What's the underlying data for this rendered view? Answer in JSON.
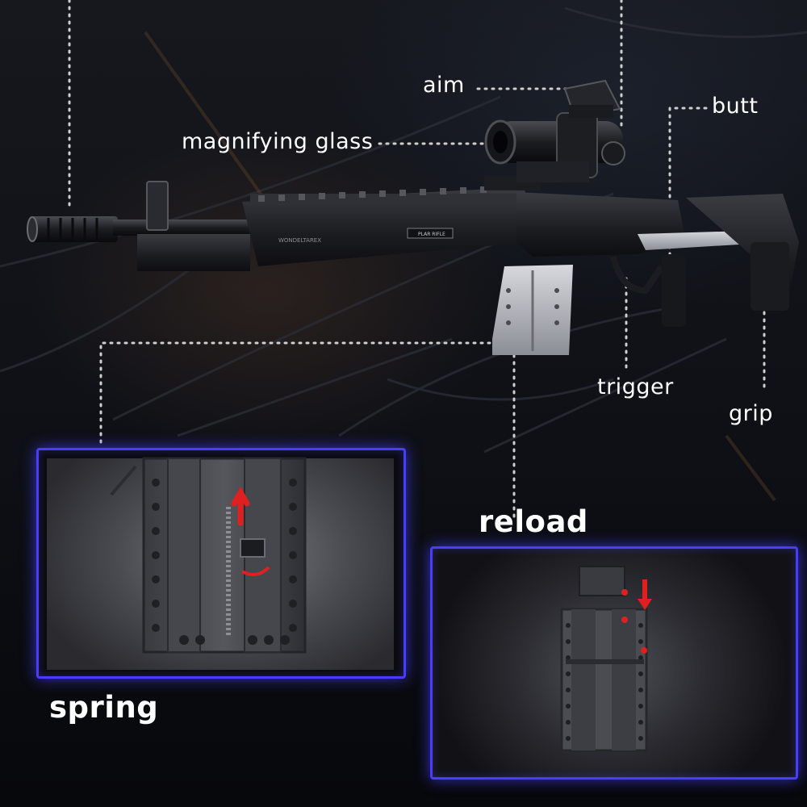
{
  "callouts": {
    "aim": "aim",
    "magnifying_glass": "magnifying glass",
    "butt": "butt",
    "trigger": "trigger",
    "grip": "grip",
    "reload": "reload",
    "spring": "spring"
  },
  "rifle_markings": {
    "side_text": "WONDELTAREX",
    "badge_text": "PLAR RIFLE"
  },
  "colors": {
    "panel_border": "#4a3cff",
    "arrow_red": "#e02020",
    "label_text": "#ffffff",
    "brick_dark": "#1e1f24",
    "brick_light": "#b9bcc3"
  }
}
